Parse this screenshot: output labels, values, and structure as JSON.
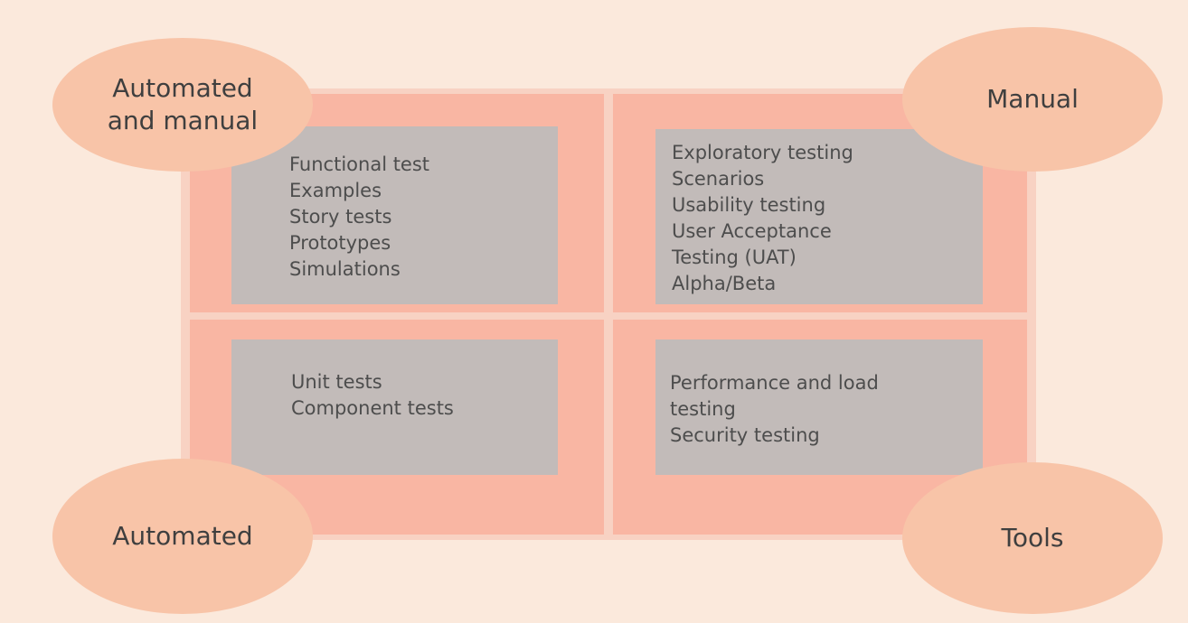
{
  "quadrants": {
    "top_left": {
      "corner_label": "Automated\nand manual",
      "items": [
        "Functional test",
        "Examples",
        "Story tests",
        "Prototypes",
        "Simulations"
      ]
    },
    "top_right": {
      "corner_label": "Manual",
      "items": [
        "Exploratory testing",
        "Scenarios",
        "Usability testing",
        "User Acceptance",
        "Testing (UAT)",
        "Alpha/Beta"
      ]
    },
    "bottom_left": {
      "corner_label": "Automated",
      "items": [
        "Unit tests",
        "Component tests"
      ]
    },
    "bottom_right": {
      "corner_label": "Tools",
      "items": [
        "Performance and load",
        "testing",
        "Security testing"
      ]
    }
  },
  "colors": {
    "background": "#fbe9dc",
    "board": "#f8d2c3",
    "quadrant": "#f9b6a3",
    "content_box": "#c2bbb9",
    "ellipse": "#f8c4a8"
  }
}
